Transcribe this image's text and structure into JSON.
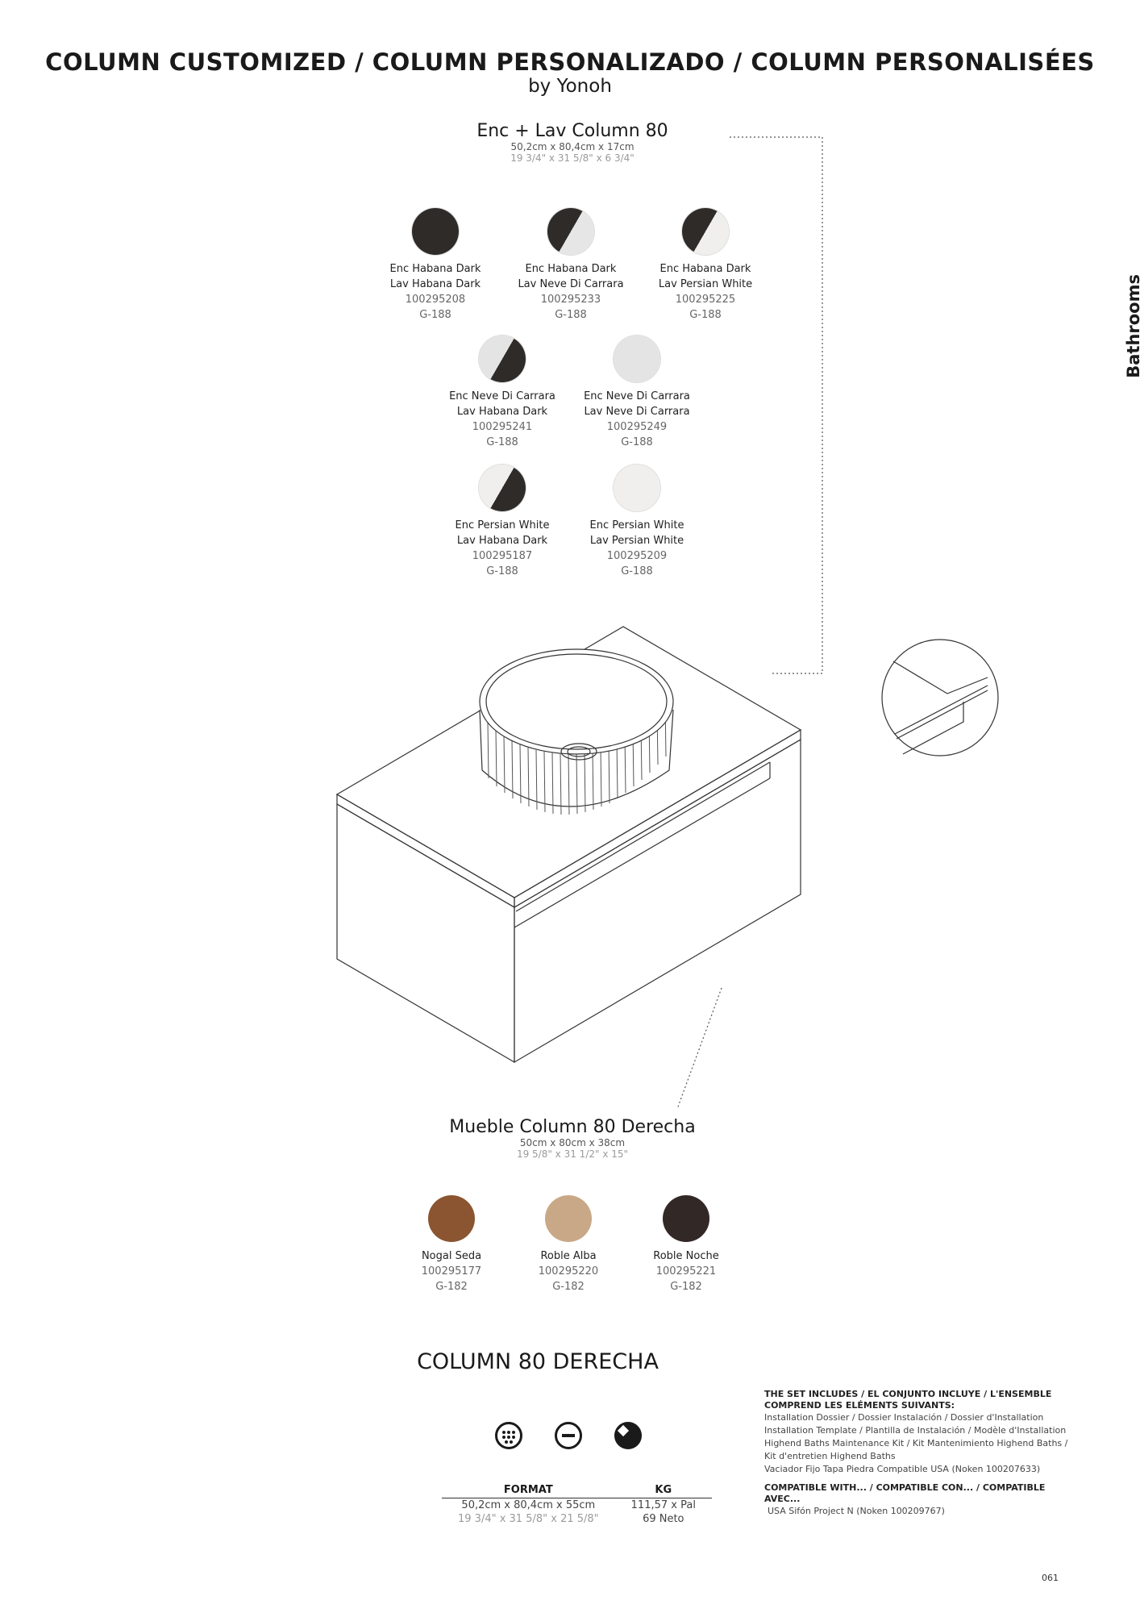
{
  "title": "COLUMN CUSTOMIZED / COLUMN PERSONALIZADO / COLUMN PERSONALISÉES",
  "subtitle": "by Yonoh",
  "side_tab": "Bathrooms",
  "top_section": {
    "title": "Enc + Lav Column 80",
    "dims_cm": "50,2cm x 80,4cm x 17cm",
    "dims_in": "19 3/4\" x 31 5/8\" x 6 3/4\"",
    "swatches": [
      {
        "enc": "Enc Habana Dark",
        "lav": "Lav Habana Dark",
        "ref": "100295208",
        "code": "G-188",
        "color_a": "#2e2b29",
        "color_b": "#2e2b29"
      },
      {
        "enc": "Enc Habana Dark",
        "lav": "Lav Neve Di Carrara",
        "ref": "100295233",
        "code": "G-188",
        "color_a": "#2e2b29",
        "color_b": "#e6e6e6"
      },
      {
        "enc": "Enc Habana Dark",
        "lav": "Lav Persian White",
        "ref": "100295225",
        "code": "G-188",
        "color_a": "#2e2b29",
        "color_b": "#f0efed"
      },
      {
        "enc": "Enc Neve Di Carrara",
        "lav": "Lav Habana Dark",
        "ref": "100295241",
        "code": "G-188",
        "color_a": "#e4e4e4",
        "color_b": "#2e2b29"
      },
      {
        "enc": "Enc Neve Di Carrara",
        "lav": "Lav Neve Di Carrara",
        "ref": "100295249",
        "code": "G-188",
        "color_a": "#e4e4e4",
        "color_b": "#e4e4e4"
      },
      {
        "enc": "Enc Persian White",
        "lav": "Lav Habana Dark",
        "ref": "100295187",
        "code": "G-188",
        "color_a": "#f0efed",
        "color_b": "#2e2b29"
      },
      {
        "enc": "Enc Persian White",
        "lav": "Lav Persian White",
        "ref": "100295209",
        "code": "G-188",
        "color_a": "#f0efed",
        "color_b": "#f0efed"
      }
    ]
  },
  "cabinet_section": {
    "title": "Mueble Column 80 Derecha",
    "dims_cm": "50cm x 80cm x 38cm",
    "dims_in": "19 5/8\" x 31 1/2\" x 15\"",
    "swatches": [
      {
        "name": "Nogal Seda",
        "ref": "100295177",
        "code": "G-182",
        "color": "#8a5530"
      },
      {
        "name": "Roble Alba",
        "ref": "100295220",
        "code": "G-182",
        "color": "#c9a887"
      },
      {
        "name": "Roble Noche",
        "ref": "100295221",
        "code": "G-182",
        "color": "#322826"
      }
    ]
  },
  "product_name": "COLUMN 80 DERECHA",
  "format_table": {
    "headers": [
      "FORMAT",
      "KG"
    ],
    "format_cm": "50,2cm x 80,4cm x 55cm",
    "format_in": "19 3/4\" x 31 5/8\" x 21 5/8\"",
    "kg_1": "111,57 x Pal",
    "kg_2": "69 Neto"
  },
  "set_includes": {
    "heading_1": "THE SET INCLUDES / EL CONJUNTO INCLUYE / L'ENSEMBLE",
    "heading_2": "COMPREND LES ELÉMENTS SUIVANTS:",
    "items": [
      "Installation Dossier / Dossier Instalación / Dossier d'Installation",
      "Installation Template / Plantilla de Instalación / Modèle d'Installation",
      "Highend Baths Maintenance Kit / Kit Mantenimiento Highend Baths /",
      "Kit d'entretien Highend Baths",
      "Vaciador Fijo Tapa Piedra Compatible USA (Noken  100207633)"
    ],
    "compatible_heading": "COMPATIBLE WITH... / COMPATIBLE CON... / COMPATIBLE AVEC...",
    "compatible_item": "USA Sifón Project N (Noken  100209767)"
  },
  "page_number": "061"
}
